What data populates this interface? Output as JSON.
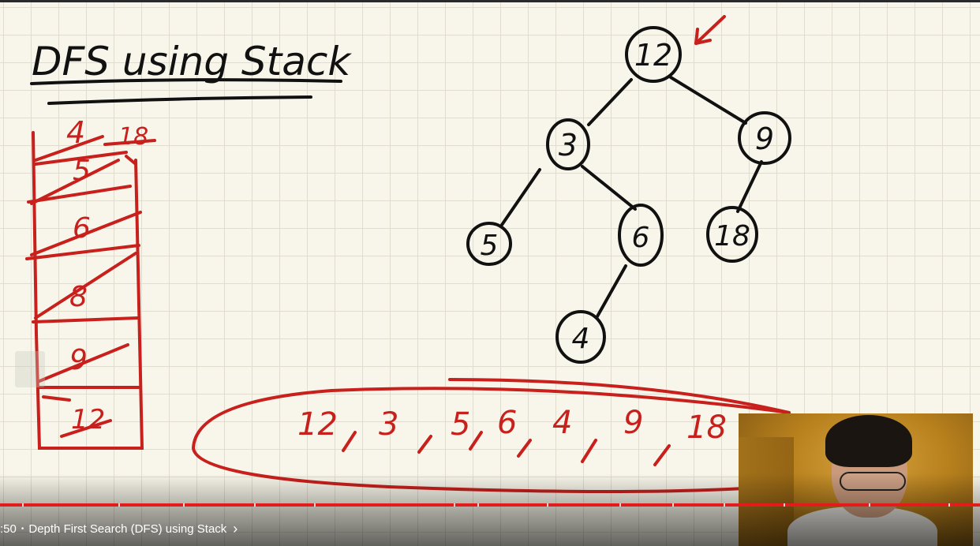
{
  "board": {
    "title": "DFS using Stack",
    "stack_cells": [
      "5",
      "6",
      "8",
      "9",
      "12"
    ],
    "stack_top_labels": [
      "4",
      "18"
    ],
    "tree_nodes": [
      "12",
      "3",
      "9",
      "5",
      "6",
      "18",
      "4"
    ],
    "traversal": [
      "12",
      "3",
      "5",
      "6",
      "4",
      "9",
      "18"
    ]
  },
  "player": {
    "time": ":50",
    "separator": "•",
    "chapter": "Depth First Search (DFS) using Stack",
    "chevron_icon": "chevron-right-icon",
    "progress_color": "#e31b1b"
  },
  "colors": {
    "ink": "#111111",
    "marker_red": "#c8201c",
    "paper": "#f8f6ea"
  }
}
